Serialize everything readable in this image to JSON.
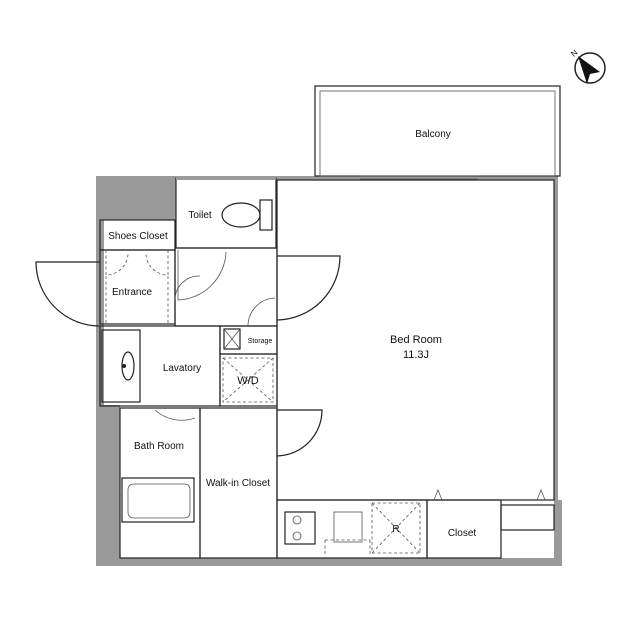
{
  "rooms": {
    "balcony": "Balcony",
    "toilet": "Toilet",
    "shoes_closet": "Shoes Closet",
    "entrance": "Entrance",
    "storage": "Storage",
    "lavatory": "Lavatory",
    "wd": "W/D",
    "bath_room": "Bath Room",
    "walk_in_closet": "Walk-in Closet",
    "bed_room": "Bed Room",
    "bed_room_size": "11.3J",
    "refrigerator": "R",
    "closet": "Closet"
  },
  "compass": {
    "label": "N"
  }
}
